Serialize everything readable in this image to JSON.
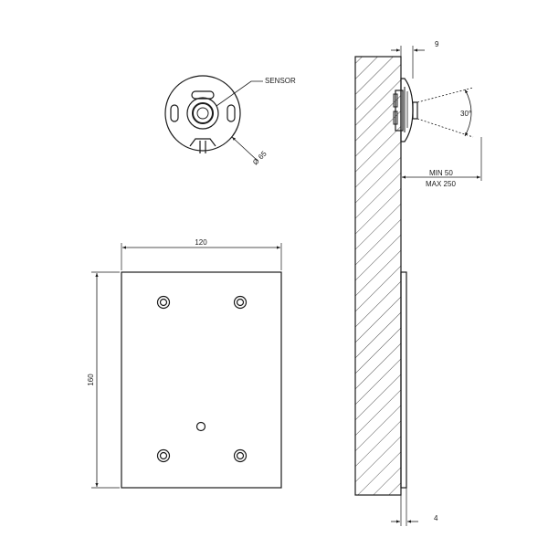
{
  "labels": {
    "sensor": "SENSOR",
    "diameter": "Ø 65",
    "angle": "30°",
    "depth_top": "9",
    "range_min": "MIN 50",
    "range_max": "MAX 250",
    "width": "120",
    "height": "160",
    "depth_bottom": "4"
  },
  "colors": {
    "line": "#1a1a1a",
    "hatch": "#555555"
  }
}
